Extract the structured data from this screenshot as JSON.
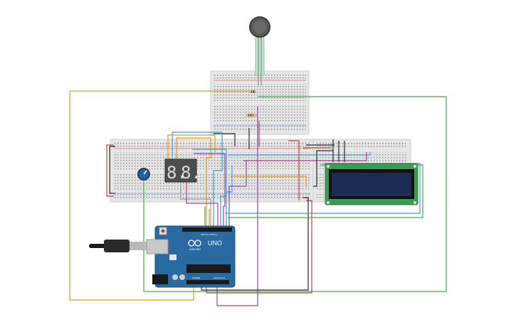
{
  "circuit": {
    "seven_segment": {
      "digits": [
        "8.",
        "8."
      ]
    },
    "arduino": {
      "model_label": "UNO",
      "brand_label": "ARDUINO",
      "digital_header_label": "DIGITAL (PWM~)",
      "power_header_label": "POWER",
      "analog_header_label": "ANALOG IN"
    },
    "colors": {
      "breadboard": "#e6e6e6",
      "board_blue": "#2a6aa3",
      "lcd_pcb": "#3a9b54",
      "lcd_screen": "#1e2b55",
      "wire_orange": "#e8961e",
      "wire_green": "#3fae49",
      "wire_red": "#d23b3b",
      "wire_black": "#2a2a2a",
      "wire_purple": "#8e44ad",
      "wire_blue": "#3aa0d8",
      "wire_gray": "#9a9a9a",
      "wire_magenta": "#c0399a"
    },
    "icons": [
      "force-sensor-icon",
      "usb-plug-icon",
      "potentiometer-icon",
      "resistor-icon",
      "arduino-logo-icon"
    ]
  }
}
